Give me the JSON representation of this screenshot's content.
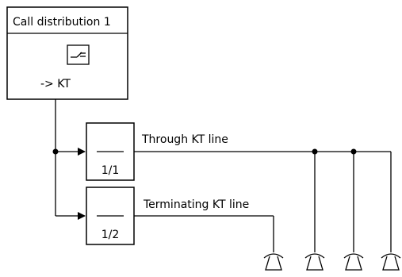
{
  "call_distribution": {
    "title": "Call distribution 1",
    "target": "-> KT"
  },
  "lines": [
    {
      "label": "Through KT line",
      "number": "1/1"
    },
    {
      "label": "Terminating KT line",
      "number": "1/2"
    }
  ],
  "telephones": [
    {
      "icon": "telephone-icon"
    },
    {
      "icon": "telephone-icon"
    },
    {
      "icon": "telephone-icon"
    },
    {
      "icon": "telephone-icon"
    }
  ]
}
